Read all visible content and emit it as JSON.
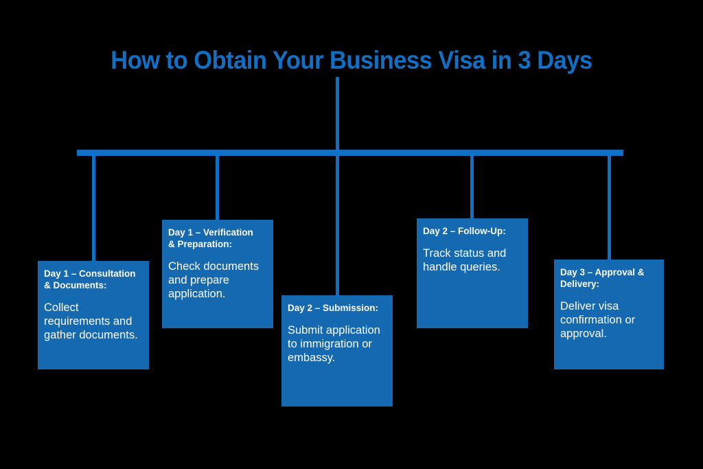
{
  "page": {
    "title": "How to Obtain Your Business Visa in 3 Days",
    "background_color": "#000000",
    "accent_color": "#1170c4",
    "node_color": "#1569b0",
    "text_color": "#ffffff"
  },
  "diagram": {
    "type": "tree-hierarchy",
    "root_label": "How to Obtain Your Business Visa in 3 Days",
    "connector": {
      "trunk_label": "vertical-trunk",
      "bar_label": "horizontal-distribution-bar",
      "branch_count": 5
    },
    "nodes": [
      {
        "id": "day1-consultation",
        "heading": "Day 1 – Consultation\n& Documents:",
        "body": "Collect requirements and gather documents."
      },
      {
        "id": "day1-verification",
        "heading": "Day 1 – Verification\n& Preparation:",
        "body": "Check documents and prepare application."
      },
      {
        "id": "day2-submission",
        "heading": "Day 2 – Submission:",
        "body": "Submit application to immigration or embassy."
      },
      {
        "id": "day2-followup",
        "heading": "Day 2 – Follow-Up:",
        "body": "Track status and handle queries."
      },
      {
        "id": "day3-approval",
        "heading": "Day 3 – Approval &\nDelivery:",
        "body": "Deliver visa confirmation or approval."
      }
    ]
  }
}
